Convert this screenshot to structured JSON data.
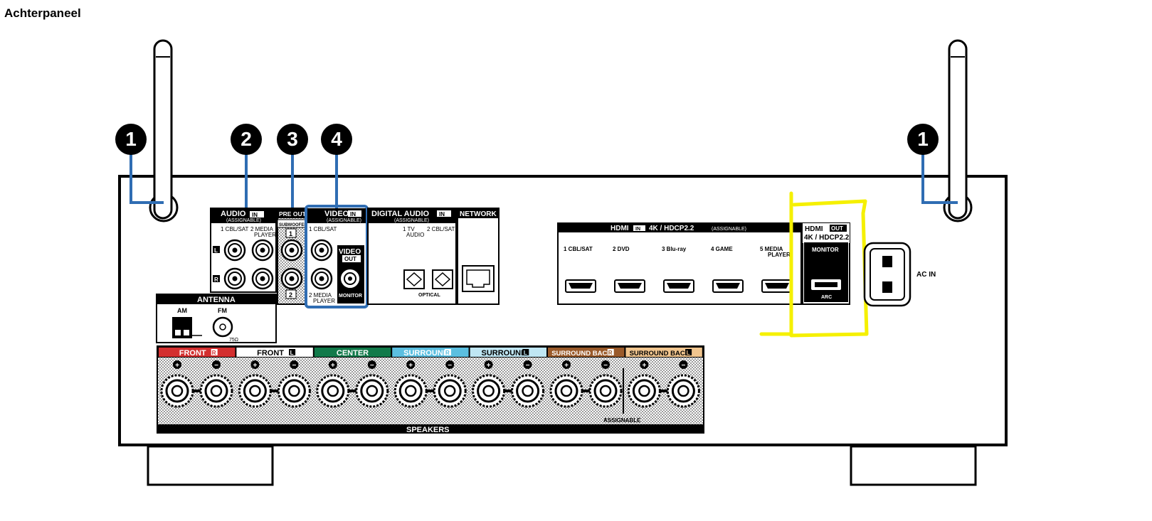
{
  "page": {
    "title": "Achterpaneel"
  },
  "callouts": [
    {
      "id": "wireless-antenna-left",
      "number": "1"
    },
    {
      "id": "audio-in",
      "number": "2"
    },
    {
      "id": "pre-out",
      "number": "3"
    },
    {
      "id": "video-in",
      "number": "4"
    },
    {
      "id": "wireless-antenna-right",
      "number": "1"
    }
  ],
  "panels": {
    "audio_in": {
      "title": "AUDIO",
      "badge": "IN",
      "sub": "(ASSIGNABLE)",
      "col1": "1 CBL/SAT",
      "col2": "2 MEDIA",
      "col2b": "PLAYER",
      "left": "L",
      "right": "R"
    },
    "pre_out": {
      "title": "PRE OUT",
      "sub": "SUBWOOFER",
      "n1": "1",
      "n2": "2"
    },
    "video_in": {
      "title": "VIDEO",
      "badge": "IN",
      "sub": "(ASSIGNABLE)",
      "col1": "1 CBL/SAT",
      "col2": "2 MEDIA",
      "col2b": "PLAYER"
    },
    "video_out": {
      "title": "VIDEO",
      "badge": "OUT",
      "label": "MONITOR"
    },
    "digital_audio": {
      "title": "DIGITAL AUDIO",
      "badge": "IN",
      "sub": "(ASSIGNABLE)",
      "col1": "1  TV",
      "col1b": "AUDIO",
      "col2": "2 CBL/SAT",
      "optical": "OPTICAL"
    },
    "network": {
      "title": "NETWORK"
    },
    "hdmi_in": {
      "title": "HDMI",
      "badge": "IN",
      "spec": "4K / HDCP2.2",
      "assign": "(ASSIGNABLE)",
      "ports": [
        "1  CBL/SAT",
        "2  DVD",
        "3  Blu-ray",
        "4  GAME",
        "5  MEDIA"
      ],
      "port5b": "PLAYER"
    },
    "hdmi_out": {
      "title": "HDMI",
      "badge": "OUT",
      "spec": "4K / HDCP2.2",
      "label": "MONITOR",
      "arc": "ARC"
    },
    "ac_in": {
      "label": "AC IN"
    },
    "antenna": {
      "title": "ANTENNA",
      "am": "AM",
      "fm": "FM",
      "ohm": "75Ω"
    },
    "speakers": {
      "title": "SPEAKERS",
      "assignable": "ASSIGNABLE",
      "channels": [
        {
          "name": "FRONT",
          "side": "R",
          "color": "#d32f2f"
        },
        {
          "name": "FRONT",
          "side": "L",
          "color": "#ffffff"
        },
        {
          "name": "CENTER",
          "side": "",
          "color": "#117a4a"
        },
        {
          "name": "SURROUND",
          "side": "R",
          "color": "#5bbfe0"
        },
        {
          "name": "SURROUND",
          "side": "L",
          "color": "#bfe6f3"
        },
        {
          "name": "SURROUND BACK",
          "side": "R",
          "color": "#9a5a2a"
        },
        {
          "name": "SURROUND BACK",
          "side": "L",
          "color": "#f1c58e"
        }
      ]
    }
  },
  "colors": {
    "callout_line": "#2f6db3",
    "highlight": "#f5f000",
    "panel": "#000000"
  }
}
